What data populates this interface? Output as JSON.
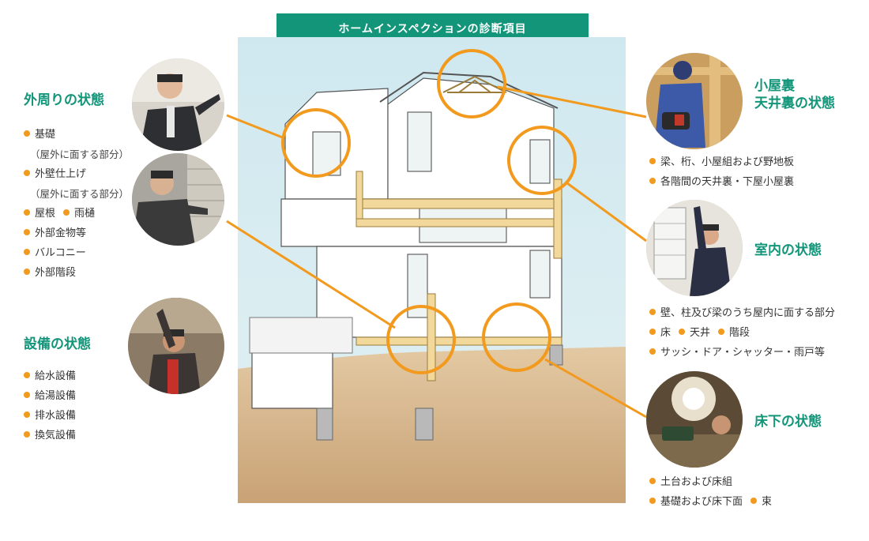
{
  "title": "ホームインスペクションの診断項目",
  "colors": {
    "accent": "#13957a",
    "bullet": "#f29a1e",
    "connector": "#f29a1e"
  },
  "sections": {
    "exterior": {
      "heading": "外周りの状態",
      "items": [
        "基礎",
        "（屋外に面する部分）",
        "外壁仕上げ",
        "（屋外に面する部分）",
        "屋根",
        "雨樋",
        "外部金物等",
        "バルコニー",
        "外部階段"
      ]
    },
    "equipment": {
      "heading": "設備の状態",
      "items": [
        "給水設備",
        "給湯設備",
        "排水設備",
        "換気設備"
      ]
    },
    "attic": {
      "heading_line1": "小屋裏",
      "heading_line2": "天井裏の状態",
      "items": [
        "梁、桁、小屋組および野地板",
        "各階間の天井裏・下屋小屋裏"
      ]
    },
    "interior": {
      "heading": "室内の状態",
      "items": [
        "壁、柱及び梁のうち屋内に面する部分",
        "床",
        "天井",
        "階段",
        "サッシ・ドア・シャッター・雨戸等"
      ]
    },
    "underfloor": {
      "heading": "床下の状態",
      "items": [
        "土台および床組",
        "基礎および床下面",
        "束"
      ]
    }
  },
  "photos": {
    "exterior_top": "inspector-exterior-photo",
    "exterior_bottom": "inspector-wall-photo",
    "equipment": "inspector-equipment-photo",
    "attic": "inspector-attic-photo",
    "interior": "inspector-interior-photo",
    "underfloor": "inspector-underfloor-photo"
  }
}
